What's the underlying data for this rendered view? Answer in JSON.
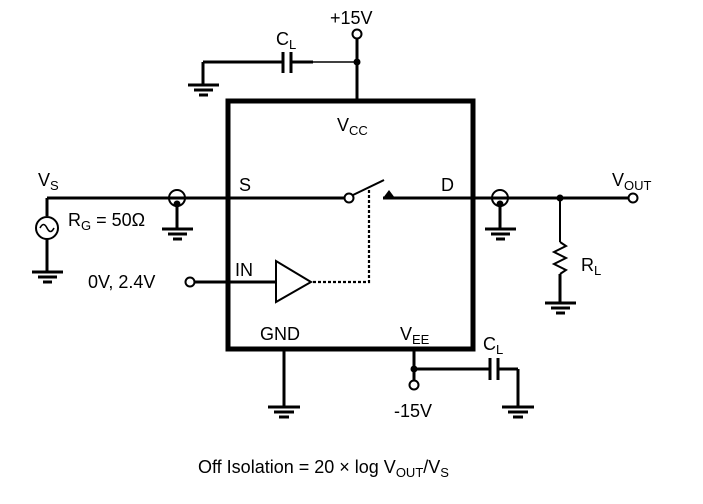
{
  "diagram": {
    "title": "Off Isolation test circuit",
    "labels": {
      "vcc_supply": "+15V",
      "vcc_pin": {
        "main": "V",
        "sub": "CC"
      },
      "vee_supply": "-15V",
      "vee_pin": {
        "main": "V",
        "sub": "EE"
      },
      "cap_top": {
        "main": "C",
        "sub": "L"
      },
      "cap_bottom": {
        "main": "C",
        "sub": "L"
      },
      "source": {
        "main": "V",
        "sub": "S"
      },
      "source_resistance": {
        "main": "R",
        "sub": "G",
        "rest": " = 50Ω"
      },
      "pin_s": "S",
      "pin_d": "D",
      "pin_in": "IN",
      "pin_gnd": "GND",
      "input_levels": "0V, 2.4V",
      "output": {
        "main": "V",
        "sub": "OUT"
      },
      "load": {
        "main": "R",
        "sub": "L"
      }
    },
    "caption": {
      "prefix": "Off Isolation = 20 × log V",
      "sub1": "OUT",
      "mid": "/V",
      "sub2": "S"
    },
    "components": [
      {
        "id": "vcc-terminal",
        "type": "terminal",
        "label": "+15V"
      },
      {
        "id": "vee-terminal",
        "type": "terminal",
        "label": "-15V"
      },
      {
        "id": "cap-cl-top",
        "type": "capacitor",
        "label": "CL"
      },
      {
        "id": "cap-cl-bottom",
        "type": "capacitor",
        "label": "CL"
      },
      {
        "id": "ac-source",
        "type": "ac-voltage-source",
        "label": "VS"
      },
      {
        "id": "switch",
        "type": "spst-switch",
        "state": "open"
      },
      {
        "id": "driver",
        "type": "buffer",
        "label": "IN"
      },
      {
        "id": "load-resistor",
        "type": "resistor",
        "label": "RL"
      },
      {
        "id": "coax-source",
        "type": "coax-connector"
      },
      {
        "id": "coax-drain",
        "type": "coax-connector"
      },
      {
        "id": "in-terminal",
        "type": "terminal",
        "label": "0V, 2.4V"
      },
      {
        "id": "vout-terminal",
        "type": "terminal",
        "label": "VOUT"
      }
    ]
  }
}
